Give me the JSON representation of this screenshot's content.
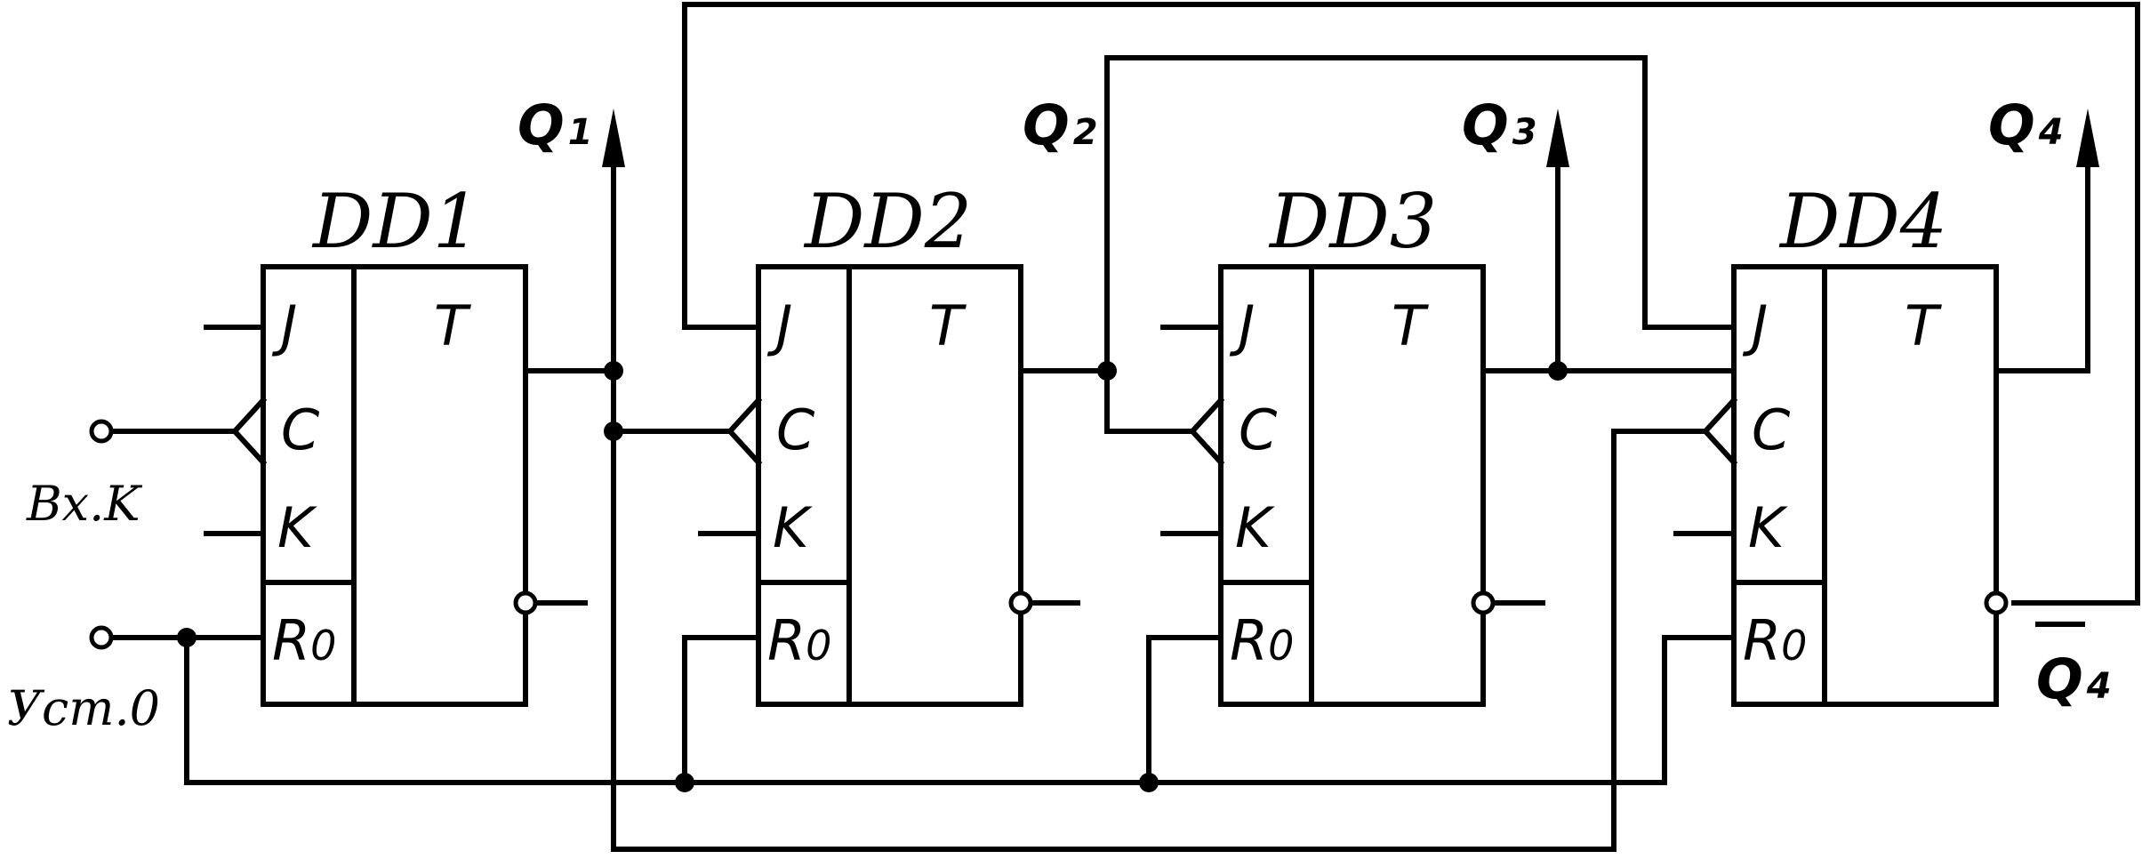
{
  "triggers": [
    {
      "name": "DD1",
      "type": "T",
      "pins": {
        "j": "J",
        "c": "C",
        "k": "K",
        "r": "R",
        "r_sub": "0"
      }
    },
    {
      "name": "DD2",
      "type": "T",
      "pins": {
        "j": "J",
        "c": "C",
        "k": "K",
        "r": "R",
        "r_sub": "0"
      }
    },
    {
      "name": "DD3",
      "type": "T",
      "pins": {
        "j": "J",
        "c": "C",
        "k": "K",
        "r": "R",
        "r_sub": "0"
      }
    },
    {
      "name": "DD4",
      "type": "T",
      "pins": {
        "j": "J",
        "c": "C",
        "k": "K",
        "r": "R",
        "r_sub": "0"
      }
    }
  ],
  "outputs": {
    "q1": {
      "label": "Q",
      "sub": "1"
    },
    "q2": {
      "label": "Q",
      "sub": "2"
    },
    "q3": {
      "label": "Q",
      "sub": "3"
    },
    "q4": {
      "label": "Q",
      "sub": "4"
    },
    "q4_inv": {
      "label": "Q",
      "sub": "4"
    }
  },
  "inputs": {
    "clock": "Bx.K",
    "reset": "Уст.0"
  }
}
